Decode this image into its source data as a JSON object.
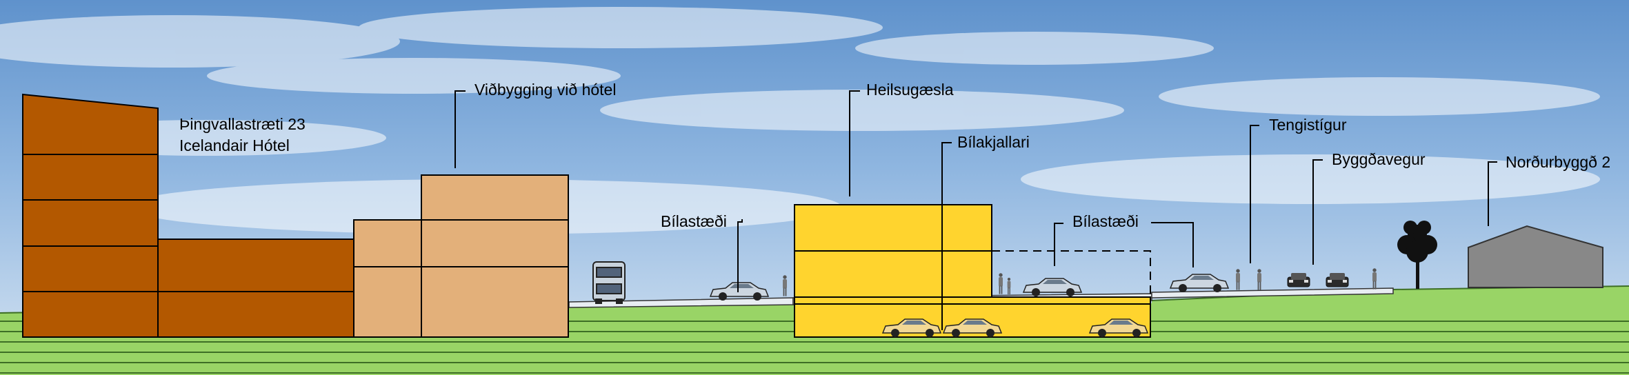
{
  "labels": {
    "hotel_line1": "Þingvallastræti 23",
    "hotel_line2": "Icelandair Hótel",
    "extension": "Viðbygging við hótel",
    "parking_left": "Bílastæði",
    "health_centre": "Heilsugæsla",
    "car_basement": "Bílakjallari",
    "parking_right": "Bílastæði",
    "connecting_path": "Tengistígur",
    "road": "Byggðavegur",
    "nordurbyggd": "Norðurbyggð 2"
  },
  "colors": {
    "hotel": "#b35800",
    "extension": "#e3b07a",
    "health_centre": "#ffd42e",
    "grass": "#99d466",
    "house": "#888888",
    "sky_top": "#6f9fd4",
    "sky_bottom": "#cfe0f1"
  }
}
